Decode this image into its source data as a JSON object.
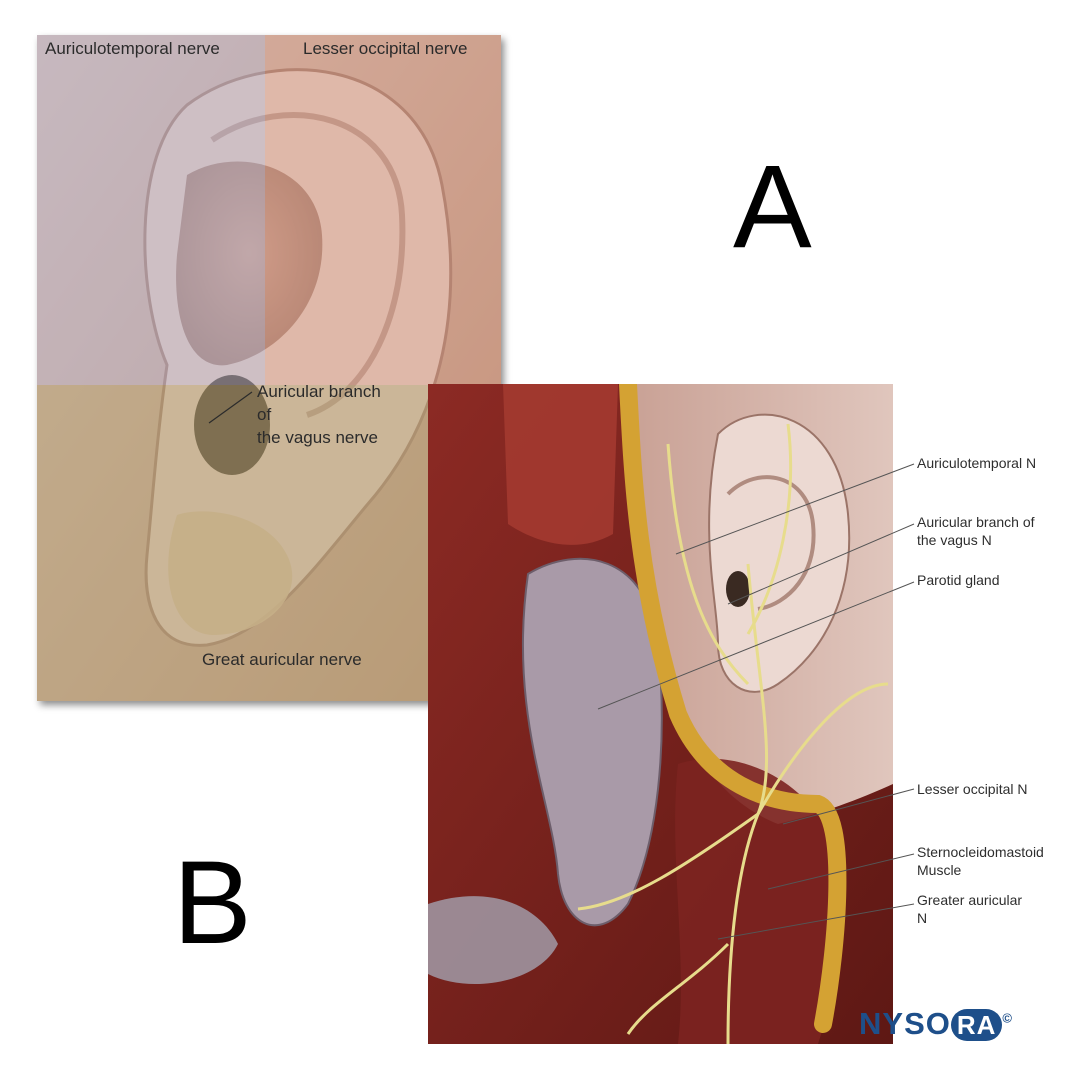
{
  "panel_a": {
    "letter": "A",
    "labels": {
      "auriculotemporal": "Auriculotemporal nerve",
      "lesser_occipital": "Lesser occipital nerve",
      "vagus_line1": "Auricular branch",
      "vagus_line2": "of",
      "vagus_line3": "the vagus nerve",
      "great_auricular": "Great auricular nerve"
    },
    "zone_colors": {
      "auriculotemporal": "#b8aec0",
      "lesser_occipital": "#d49a80",
      "vagus_and_great_auricular": "#b8a477"
    }
  },
  "panel_b": {
    "letter": "B",
    "labels": {
      "auriculotemporal": "Auriculotemporal N",
      "vagus_line1": "Auricular branch of",
      "vagus_line2": "the vagus N",
      "parotid": "Parotid gland",
      "lesser_occipital": "Lesser occipital N",
      "scm_line1": "Sternocleidomastoid",
      "scm_line2": "Muscle",
      "greater_auricular_line1": "Greater auricular",
      "greater_auricular_line2": "N"
    }
  },
  "brand": {
    "text_start": "NYSO",
    "text_logo": "RA",
    "copyright": "©"
  }
}
